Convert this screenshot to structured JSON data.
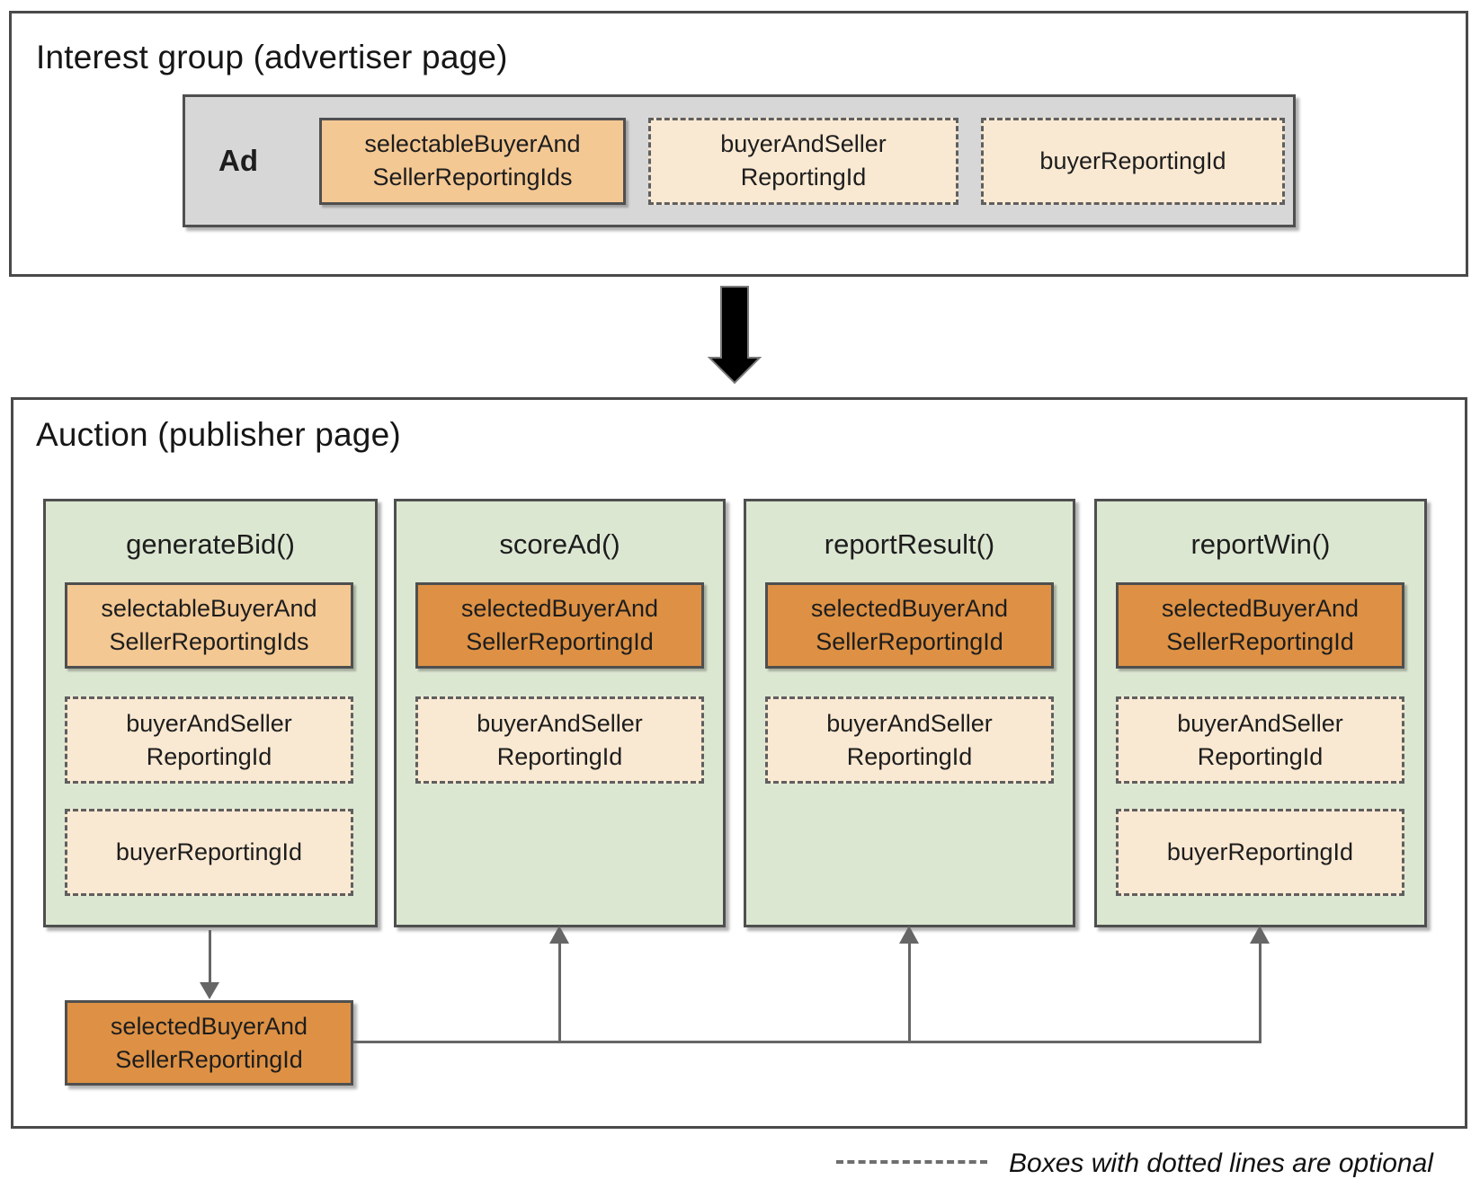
{
  "colors": {
    "tan": "#F4C893",
    "orange": "#DE9144",
    "cream": "#FAE9D2",
    "green": "#DCE7D2",
    "container_gray": "#D7D7D7",
    "border_dark": "#4F4F4F",
    "line_gray": "#666666"
  },
  "interest_group": {
    "title": "Interest group (advertiser page)",
    "ad_label": "Ad",
    "boxes": [
      {
        "name": "selectableBuyerAndSellerReportingIds",
        "lines": [
          "selectableBuyerAnd",
          "SellerReportingIds"
        ],
        "optional": false
      },
      {
        "name": "buyerAndSellerReportingId",
        "lines": [
          "buyerAndSeller",
          "ReportingId"
        ],
        "optional": true
      },
      {
        "name": "buyerReportingId",
        "lines": [
          "buyerReportingId"
        ],
        "optional": true
      }
    ]
  },
  "auction": {
    "title": "Auction (publisher page)",
    "columns": [
      {
        "heading": "generateBid()",
        "boxes": [
          {
            "lines": [
              "selectableBuyerAnd",
              "SellerReportingIds"
            ],
            "optional": false
          },
          {
            "lines": [
              "buyerAndSeller",
              "ReportingId"
            ],
            "optional": true
          },
          {
            "lines": [
              "buyerReportingId"
            ],
            "optional": true
          }
        ]
      },
      {
        "heading": "scoreAd()",
        "boxes": [
          {
            "lines": [
              "selectedBuyerAnd",
              "SellerReportingId"
            ],
            "optional": false
          },
          {
            "lines": [
              "buyerAndSeller",
              "ReportingId"
            ],
            "optional": true
          }
        ]
      },
      {
        "heading": "reportResult()",
        "boxes": [
          {
            "lines": [
              "selectedBuyerAnd",
              "SellerReportingId"
            ],
            "optional": false
          },
          {
            "lines": [
              "buyerAndSeller",
              "ReportingId"
            ],
            "optional": true
          }
        ]
      },
      {
        "heading": "reportWin()",
        "boxes": [
          {
            "lines": [
              "selectedBuyerAnd",
              "SellerReportingId"
            ],
            "optional": false
          },
          {
            "lines": [
              "buyerAndSeller",
              "ReportingId"
            ],
            "optional": true
          },
          {
            "lines": [
              "buyerReportingId"
            ],
            "optional": true
          }
        ]
      }
    ],
    "selected_output_box": {
      "lines": [
        "selectedBuyerAnd",
        "SellerReportingId"
      ]
    }
  },
  "legend": {
    "label": "Boxes with dotted lines are optional"
  }
}
